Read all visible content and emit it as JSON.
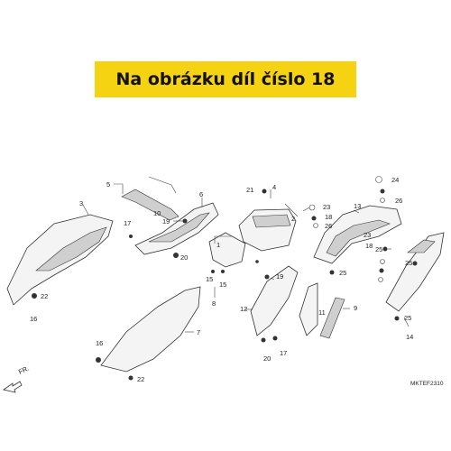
{
  "banner": {
    "text": "Na obrázku díl číslo 18",
    "color": "#f5d312"
  },
  "diagram": {
    "code": "MKTEF2310",
    "direction_label": "FR.",
    "callouts": [
      "1",
      "2",
      "3",
      "4",
      "5",
      "6",
      "7",
      "8",
      "9",
      "10",
      "11",
      "12",
      "13",
      "14",
      "15",
      "15",
      "16",
      "16",
      "17",
      "17",
      "18",
      "18",
      "19",
      "19",
      "20",
      "20",
      "21",
      "22",
      "22",
      "23",
      "23",
      "24",
      "25",
      "25",
      "25",
      "25",
      "26",
      "26"
    ]
  }
}
